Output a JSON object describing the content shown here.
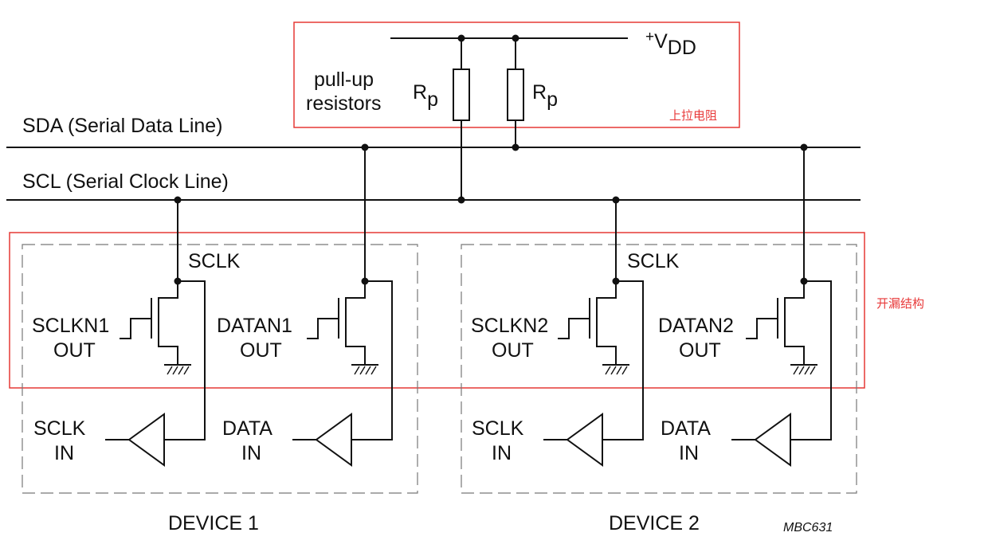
{
  "supply": {
    "plus": "+",
    "v": "V",
    "sub": "DD"
  },
  "pullup": {
    "label_line1": "pull-up",
    "label_line2": "resistors",
    "r_main": "R",
    "r_sub": "p",
    "annotation": "上拉电阻"
  },
  "bus": {
    "sda": "SDA (Serial Data Line)",
    "scl": "SCL (Serial Clock Line)"
  },
  "open_drain_annotation": "开漏结构",
  "devices": [
    {
      "name": "DEVICE 1",
      "sclk": "SCLK",
      "clk_out_line1": "SCLKN1",
      "clk_out_line2": "OUT",
      "data_out_line1": "DATAN1",
      "data_out_line2": "OUT",
      "clk_in_line1": "SCLK",
      "clk_in_line2": "IN",
      "data_in_line1": "DATA",
      "data_in_line2": "IN"
    },
    {
      "name": "DEVICE 2",
      "sclk": "SCLK",
      "clk_out_line1": "SCLKN2",
      "clk_out_line2": "OUT",
      "data_out_line1": "DATAN2",
      "data_out_line2": "OUT",
      "clk_in_line1": "SCLK",
      "clk_in_line2": "IN",
      "data_in_line1": "DATA",
      "data_in_line2": "IN"
    }
  ],
  "figure_code": "MBC631"
}
